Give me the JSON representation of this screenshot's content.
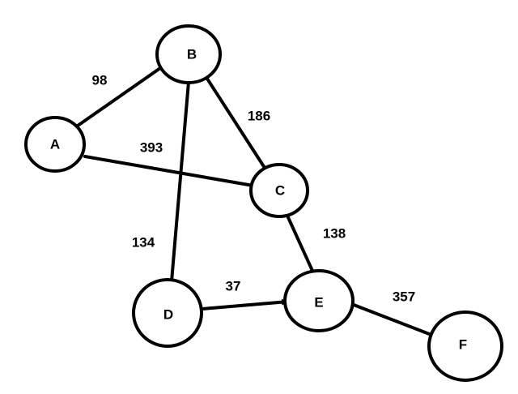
{
  "graph": {
    "nodes": [
      {
        "id": "A",
        "label": "A"
      },
      {
        "id": "B",
        "label": "B"
      },
      {
        "id": "C",
        "label": "C"
      },
      {
        "id": "D",
        "label": "D"
      },
      {
        "id": "E",
        "label": "E"
      },
      {
        "id": "F",
        "label": "F"
      }
    ],
    "edges": [
      {
        "id": "A-B",
        "from": "A",
        "to": "B",
        "weight": "98"
      },
      {
        "id": "A-C",
        "from": "A",
        "to": "C",
        "weight": "393"
      },
      {
        "id": "B-C",
        "from": "B",
        "to": "C",
        "weight": "186"
      },
      {
        "id": "B-D",
        "from": "B",
        "to": "D",
        "weight": "134"
      },
      {
        "id": "C-E",
        "from": "C",
        "to": "E",
        "weight": "138"
      },
      {
        "id": "D-E",
        "from": "D",
        "to": "E",
        "weight": "37",
        "directed": true
      },
      {
        "id": "E-F",
        "from": "E",
        "to": "F",
        "weight": "357"
      }
    ],
    "colors": {
      "stroke": "#000000",
      "fill": "#ffffff",
      "text": "#000000"
    }
  }
}
